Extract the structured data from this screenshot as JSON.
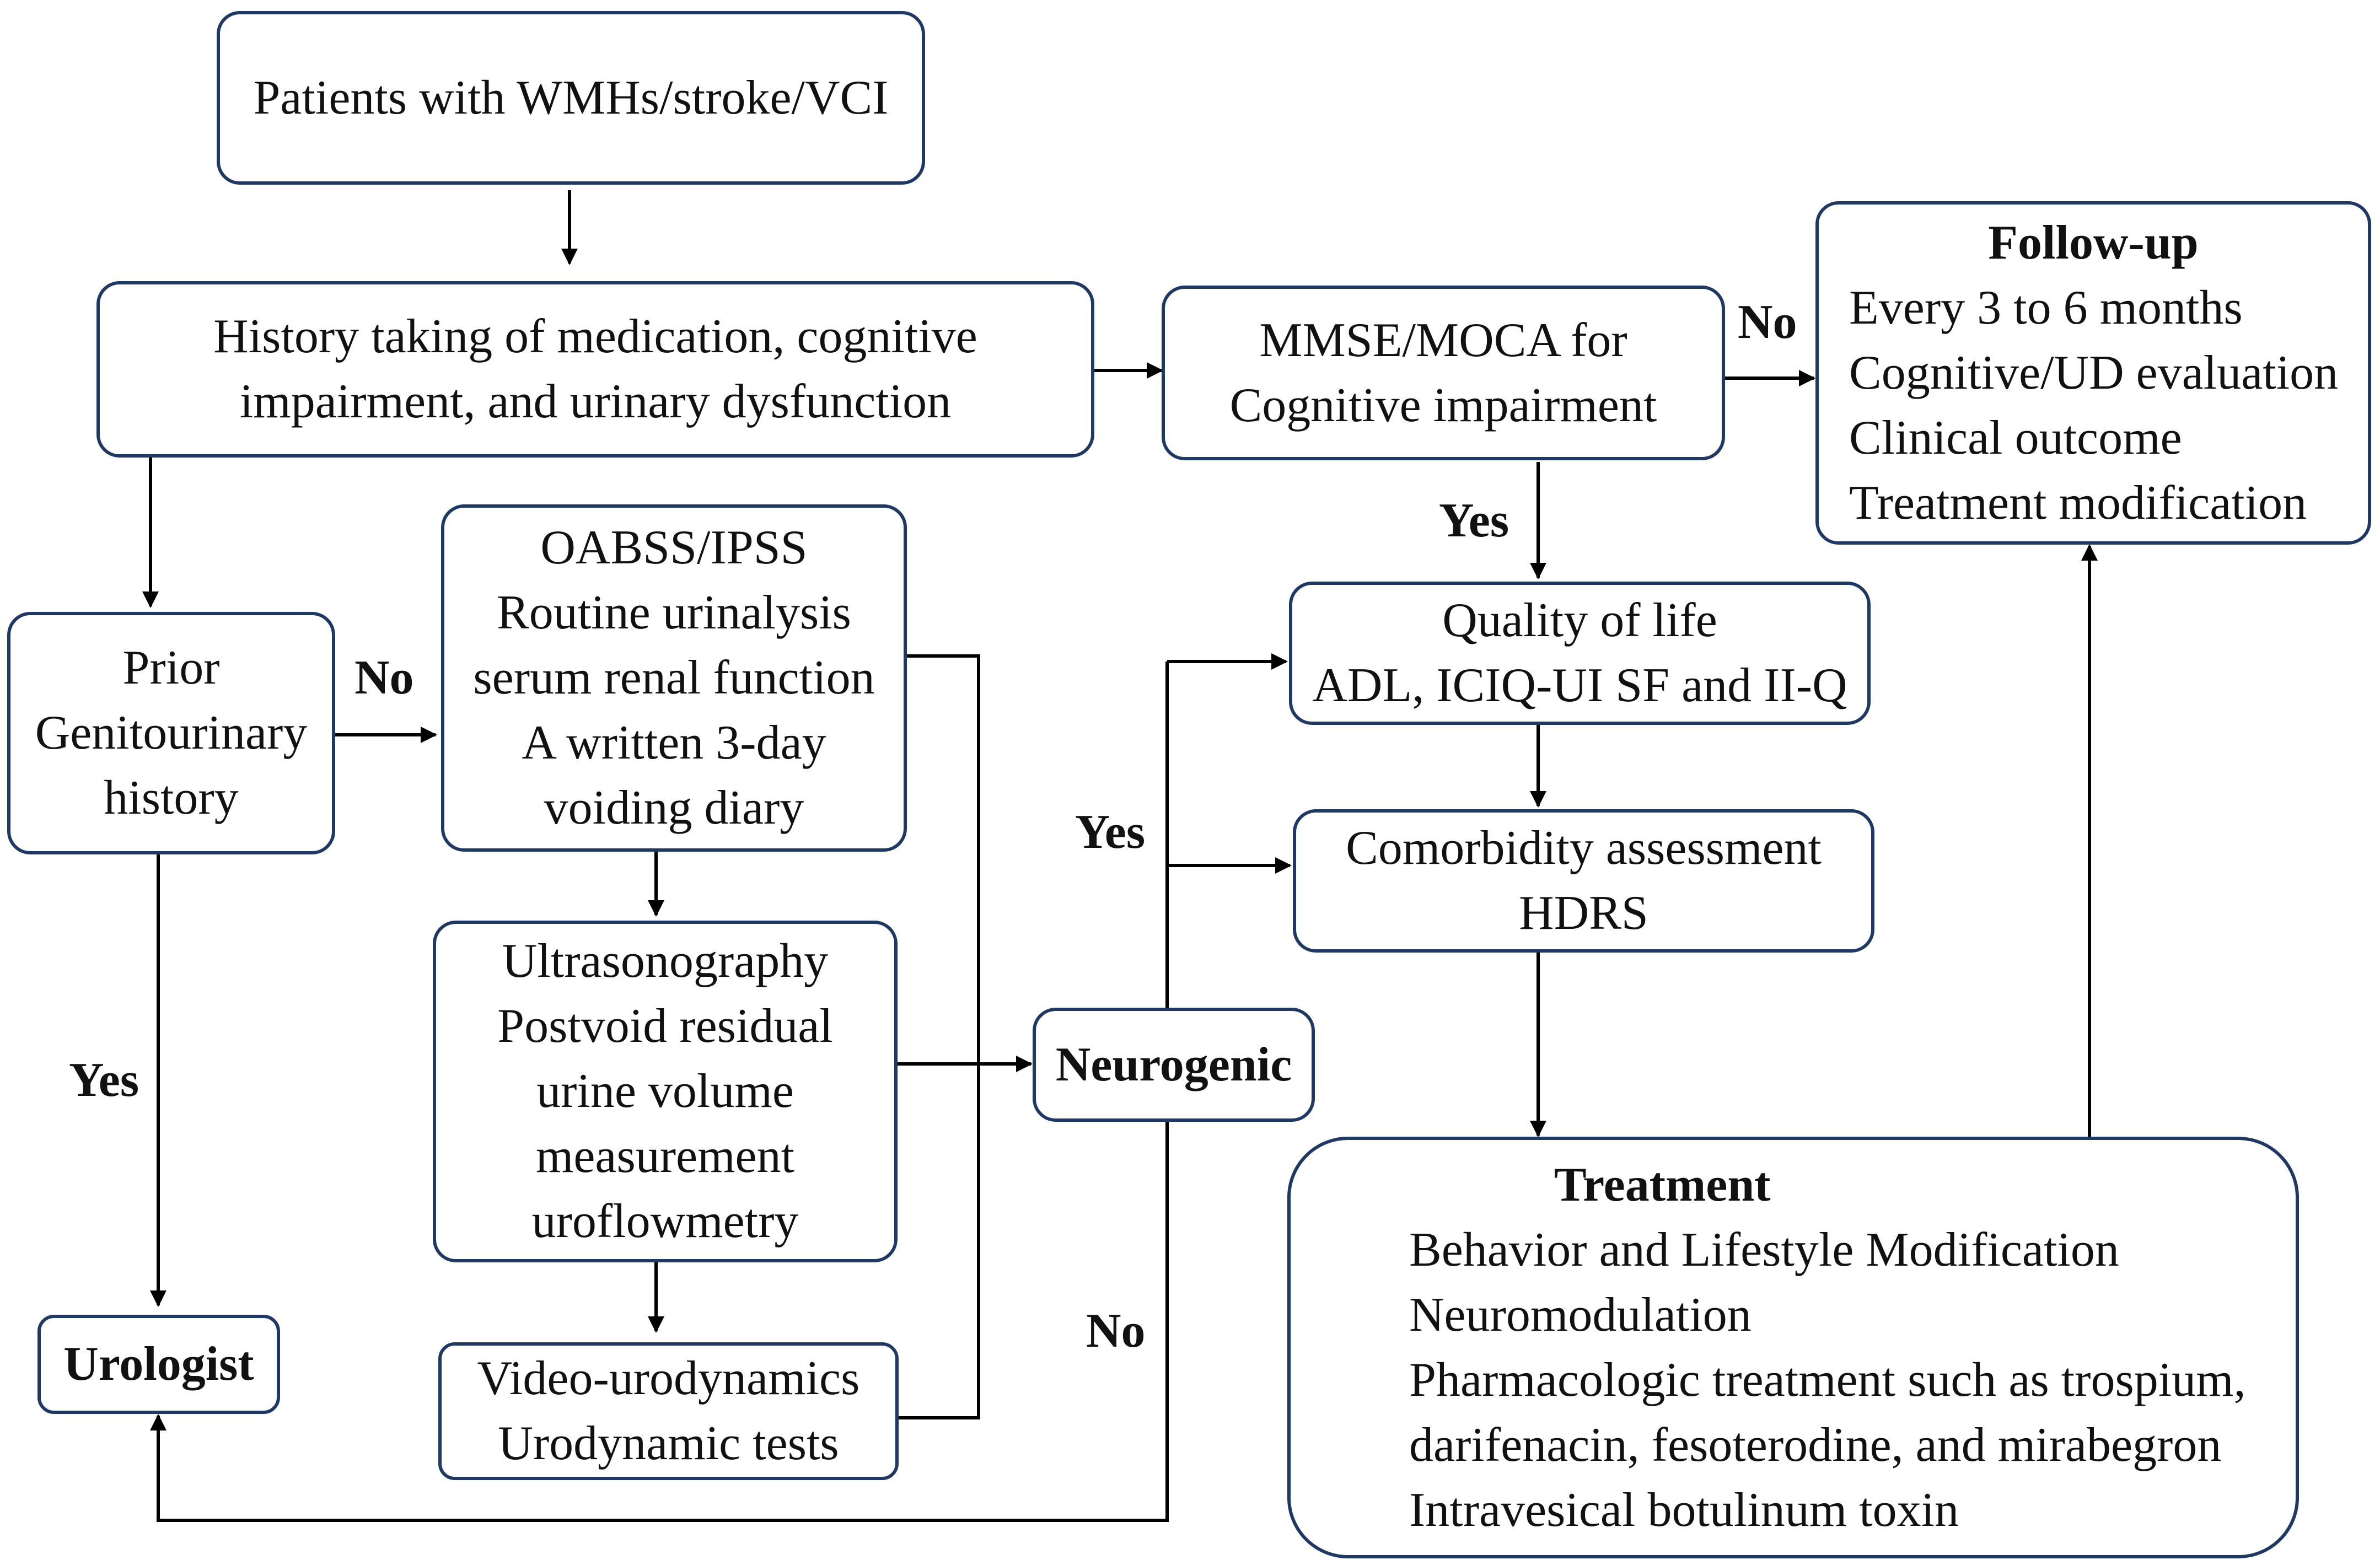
{
  "diagram": {
    "nodes": {
      "patients": {
        "lines": [
          "Patients with WMHs/stroke/VCI"
        ]
      },
      "history": {
        "lines": [
          "History taking of medication, cognitive",
          "impairment, and urinary dysfunction"
        ]
      },
      "mmse": {
        "lines": [
          "MMSE/MOCA  for",
          "Cognitive impairment"
        ]
      },
      "followup": {
        "heading": "Follow-up",
        "lines": [
          "Every 3 to 6 months",
          "Cognitive/UD  evaluation",
          "Clinical outcome",
          "Treatment modification"
        ]
      },
      "prior": {
        "lines": [
          "Prior",
          "Genitourinary",
          "history"
        ]
      },
      "oabss": {
        "lines": [
          "OABSS/IPSS",
          "Routine urinalysis",
          "serum renal function",
          "A written 3-day",
          "voiding diary"
        ]
      },
      "qol": {
        "lines": [
          "Quality of life",
          "ADL, ICIQ-UI SF  and II-Q"
        ]
      },
      "comorbidity": {
        "lines": [
          "Comorbidity assessment",
          "HDRS"
        ]
      },
      "ultrasound": {
        "lines": [
          "Ultrasonography",
          "Postvoid residual",
          "urine volume",
          "measurement",
          "uroflowmetry"
        ]
      },
      "neurogenic": {
        "lines": [
          "Neurogenic"
        ]
      },
      "urologist": {
        "lines": [
          "Urologist"
        ]
      },
      "video": {
        "lines": [
          "Video-urodynamics",
          "Urodynamic tests"
        ]
      },
      "treatment": {
        "heading": "Treatment",
        "lines": [
          "Behavior and Lifestyle Modification",
          "Neuromodulation",
          "Pharmacologic treatment such as trospium,",
          "darifenacin, fesoterodine, and mirabegron",
          "Intravesical botulinum toxin"
        ]
      }
    },
    "edge_labels": {
      "mmse_no": "No",
      "mmse_yes": "Yes",
      "prior_no": "No",
      "prior_yes": "Yes",
      "neuro_yes": "Yes",
      "neuro_no": "No"
    },
    "colors": {
      "box_border": "#1f3864",
      "arrow": "#000000",
      "text": "#111111"
    }
  }
}
